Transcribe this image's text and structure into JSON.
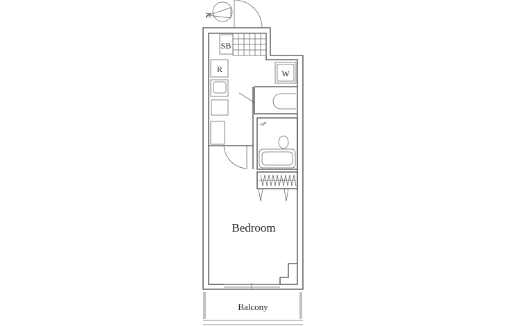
{
  "plan": {
    "compass_label": "N",
    "rooms": {
      "shoe_box": "SB",
      "refrigerator": "R",
      "washer": "W",
      "bedroom": "Bedroom",
      "balcony": "Balcony"
    }
  }
}
